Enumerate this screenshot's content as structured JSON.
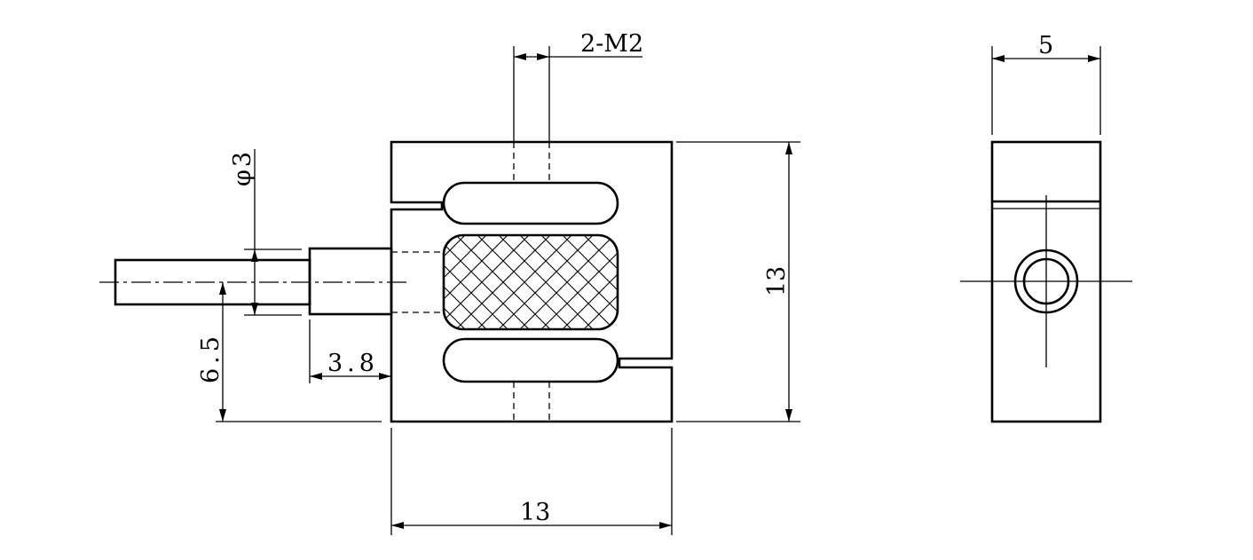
{
  "drawing": {
    "dimensions": {
      "thread_spec": "2-M2",
      "body_width": "13",
      "body_height": "13",
      "body_depth": "5",
      "cable_diameter": "φ3",
      "cable_height": "6.5",
      "gland_length": "3.8"
    },
    "text_spacing": {
      "thread_spec": "0",
      "body_width": "0",
      "body_height": "0",
      "body_depth": "0",
      "cable_diameter": "3",
      "cable_height": "5",
      "gland_length": "5"
    }
  }
}
